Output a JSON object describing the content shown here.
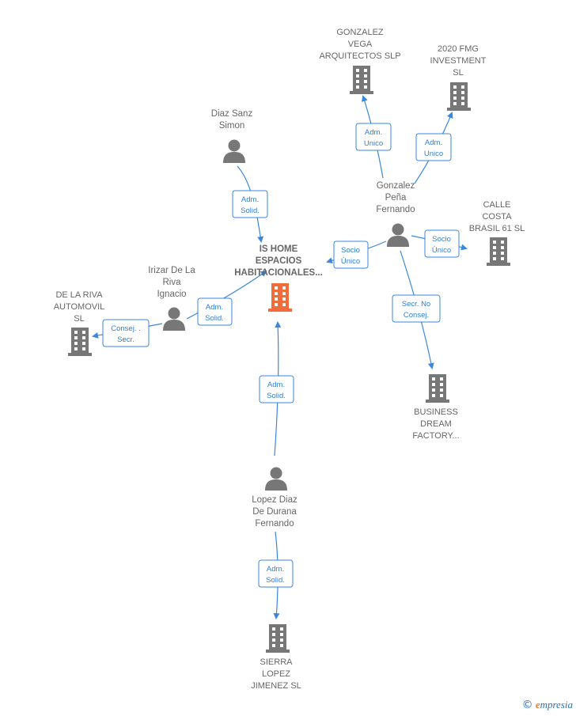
{
  "colors": {
    "person": "#777777",
    "company": "#777777",
    "focus": "#f26b3a",
    "edge": "#3a87dc",
    "role_text": "#2f7fd6"
  },
  "nodes": {
    "is_home": {
      "type": "company",
      "focus": true,
      "lines": [
        "IS HOME",
        "ESPACIOS",
        "HABITACIONALES..."
      ]
    },
    "gonzalez_vega": {
      "type": "company",
      "lines": [
        "GONZALEZ",
        "VEGA",
        "ARQUITECTOS SLP"
      ]
    },
    "fmg": {
      "type": "company",
      "lines": [
        "2020 FMG",
        "INVESTMENT",
        "SL"
      ]
    },
    "diaz_sanz": {
      "type": "person",
      "lines": [
        "Diaz Sanz",
        "Simon"
      ]
    },
    "gonzalez_pena": {
      "type": "person",
      "lines": [
        "Gonzalez",
        "Peña",
        "Fernando"
      ]
    },
    "calle_costa": {
      "type": "company",
      "lines": [
        "CALLE",
        "COSTA",
        "BRASIL 61  SL"
      ]
    },
    "irizar": {
      "type": "person",
      "lines": [
        "Irizar De La",
        "Riva",
        "Ignacio"
      ]
    },
    "de_la_riva": {
      "type": "company",
      "lines": [
        "DE LA RIVA",
        "AUTOMOVIL",
        "SL"
      ]
    },
    "business_dream": {
      "type": "company",
      "lines": [
        "BUSINESS",
        "DREAM",
        "FACTORY..."
      ]
    },
    "lopez_diaz": {
      "type": "person",
      "lines": [
        "Lopez Diaz",
        "De Durana",
        "Fernando"
      ]
    },
    "sierra": {
      "type": "company",
      "lines": [
        "SIERRA",
        "LOPEZ",
        "JIMENEZ  SL"
      ]
    }
  },
  "roles": {
    "diaz_is": [
      "Adm.",
      "Solid."
    ],
    "gp_gv": [
      "Adm.",
      "Unico"
    ],
    "gp_fmg": [
      "Adm.",
      "Unico"
    ],
    "gp_is": [
      "Socio",
      "Único"
    ],
    "gp_calle": [
      "Socio",
      "Único"
    ],
    "gp_bd": [
      "Secr.  No",
      "Consej."
    ],
    "irizar_is": [
      "Adm.",
      "Solid."
    ],
    "irizar_riva": [
      "Consej. .",
      "Secr."
    ],
    "lopez_is": [
      "Adm.",
      "Solid."
    ],
    "lopez_sierra": [
      "Adm.",
      "Solid."
    ]
  },
  "footer": {
    "copyright": "©",
    "brand_initial": "e",
    "brand_rest": "mpresia"
  }
}
